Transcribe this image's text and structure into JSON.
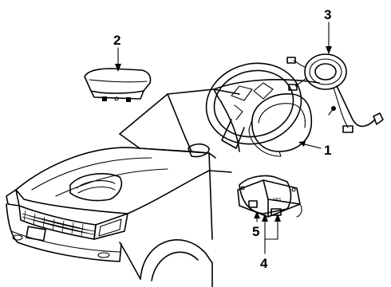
{
  "callouts": {
    "c1": "1",
    "c2": "2",
    "c3": "3",
    "c4": "4",
    "c5": "5"
  },
  "module_label": "SRS"
}
